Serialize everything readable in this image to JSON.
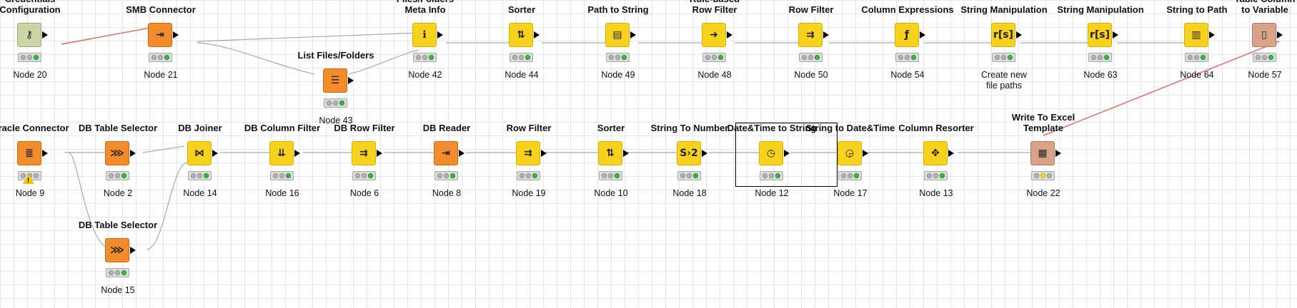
{
  "workflow": {
    "row1": [
      {
        "id": "node-20",
        "title": "Credentials\nConfiguration",
        "label": "Node 20",
        "color": "green",
        "glyph": "⚷",
        "status": "g"
      },
      {
        "id": "node-21",
        "title": "SMB Connector",
        "label": "Node 21",
        "color": "orange",
        "glyph": "⇥",
        "status": "g"
      },
      {
        "id": "node-42",
        "title": "Files/Folders\nMeta Info",
        "label": "Node 42",
        "color": "yellow",
        "glyph": "ℹ",
        "status": "g"
      },
      {
        "id": "node-44",
        "title": "Sorter",
        "label": "Node 44",
        "color": "yellow",
        "glyph": "⇅",
        "status": "g"
      },
      {
        "id": "node-49",
        "title": "Path to String",
        "label": "Node 49",
        "color": "yellow",
        "glyph": "▤",
        "status": "g"
      },
      {
        "id": "node-48",
        "title": "Rule-based\nRow Filter",
        "label": "Node 48",
        "color": "yellow",
        "glyph": "➜",
        "status": "g"
      },
      {
        "id": "node-50",
        "title": "Row Filter",
        "label": "Node 50",
        "color": "yellow",
        "glyph": "⇉",
        "status": "g"
      },
      {
        "id": "node-54",
        "title": "Column Expressions",
        "label": "Node 54",
        "color": "yellow",
        "glyph": "ƒ",
        "status": "g"
      },
      {
        "id": "node-create",
        "title": "String Manipulation",
        "label": "Create new\nfile paths",
        "color": "yellow",
        "glyph": "r[s]",
        "status": "g"
      },
      {
        "id": "node-63",
        "title": "String Manipulation",
        "label": "Node 63",
        "color": "yellow",
        "glyph": "r[s]",
        "status": "g"
      },
      {
        "id": "node-64",
        "title": "String to Path",
        "label": "Node 64",
        "color": "yellow",
        "glyph": "▥",
        "status": "g"
      },
      {
        "id": "node-57",
        "title": "Table Column\nto Variable",
        "label": "Node 57",
        "color": "brown",
        "glyph": "▯",
        "status": "g"
      }
    ],
    "list_files": {
      "id": "node-43",
      "title": "List Files/Folders",
      "label": "Node 43",
      "color": "orange",
      "glyph": "☰",
      "status": "g"
    },
    "row2": [
      {
        "id": "node-9",
        "title": "Oracle Connector",
        "label": "Node 9",
        "color": "orange",
        "glyph": "≣",
        "status": "warn"
      },
      {
        "id": "node-2",
        "title": "DB Table Selector",
        "label": "Node 2",
        "color": "orange",
        "glyph": "⋙",
        "status": "g"
      },
      {
        "id": "node-14",
        "title": "DB Joiner",
        "label": "Node 14",
        "color": "yellow",
        "glyph": "⋈",
        "status": "g"
      },
      {
        "id": "node-16",
        "title": "DB Column Filter",
        "label": "Node 16",
        "color": "yellow",
        "glyph": "⇊",
        "status": "g"
      },
      {
        "id": "node-6",
        "title": "DB Row Filter",
        "label": "Node 6",
        "color": "yellow",
        "glyph": "⇉",
        "status": "g"
      },
      {
        "id": "node-8",
        "title": "DB Reader",
        "label": "Node 8",
        "color": "orange",
        "glyph": "⇥",
        "status": "g"
      },
      {
        "id": "node-19",
        "title": "Row Filter",
        "label": "Node 19",
        "color": "yellow",
        "glyph": "⇉",
        "status": "g"
      },
      {
        "id": "node-10",
        "title": "Sorter",
        "label": "Node 10",
        "color": "yellow",
        "glyph": "⇅",
        "status": "g"
      },
      {
        "id": "node-18",
        "title": "String To Number",
        "label": "Node 18",
        "color": "yellow",
        "glyph": "S›2",
        "status": "g"
      },
      {
        "id": "node-12",
        "title": "Date&Time to String",
        "label": "Node 12",
        "color": "yellow",
        "glyph": "◷",
        "status": "g"
      },
      {
        "id": "node-17",
        "title": "String to Date&Time",
        "label": "Node 17",
        "color": "yellow",
        "glyph": "◶",
        "status": "g"
      },
      {
        "id": "node-13",
        "title": "Column Resorter",
        "label": "Node 13",
        "color": "yellow",
        "glyph": "✥",
        "status": "g"
      },
      {
        "id": "node-22",
        "title": "Write To Excel\nTemplate",
        "label": "Node 22",
        "color": "brown",
        "glyph": "▦",
        "status": "y"
      }
    ],
    "node15": {
      "id": "node-15",
      "title": "DB Table Selector",
      "label": "Node 15",
      "color": "orange",
      "glyph": "⋙",
      "status": "g"
    }
  }
}
